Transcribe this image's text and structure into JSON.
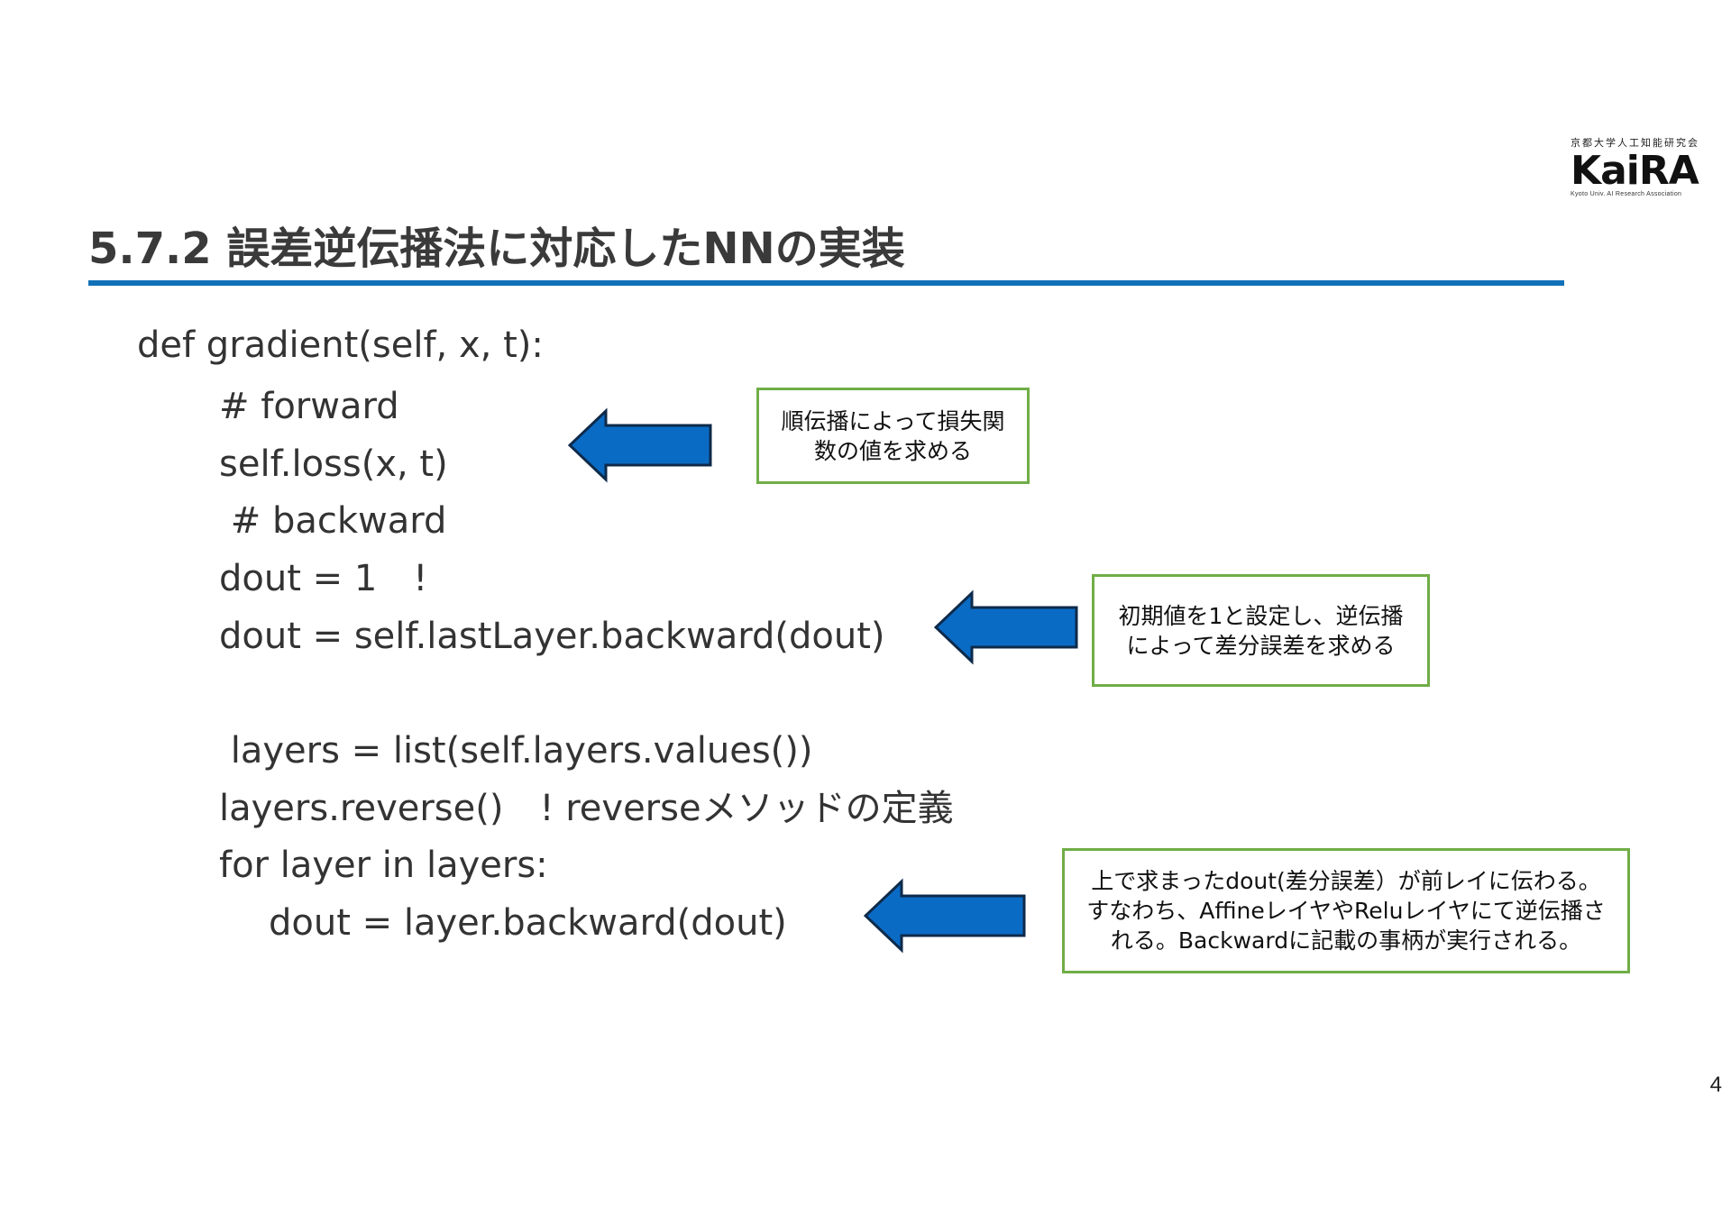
{
  "logo": {
    "top_text": "京都大学人工知能研究会",
    "main_text": "KaiRA",
    "sub_text": "Kyoto Univ. AI Research Association"
  },
  "title": "5.7.2 誤差逆伝播法に対応したNNの実装",
  "code": {
    "l1": "def gradient(self, x, t):",
    "l2": "# forward",
    "l3": "self.loss(x, t)",
    "l4": " # backward",
    "l5": "dout = 1　!",
    "l6": "dout = self.lastLayer.backward(dout)",
    "l7": " layers = list(self.layers.values())",
    "l8": "layers.reverse()　! reverseメソッドの定義",
    "l9": "for layer in layers:",
    "l10": "dout = layer.backward(dout)"
  },
  "notes": {
    "n1": "順伝播によって損失関\n数の値を求める",
    "n2": "初期値を1と設定し、逆伝播\nによって差分誤差を求める",
    "n3": "上で求まったdout(差分誤差）が前レイに伝わる。\nすなわち、AffineレイヤやReluレイヤにて逆伝播さ\nれる。Backwardに記載の事柄が実行される。"
  },
  "page_number": "4",
  "colors": {
    "accent": "#1070b8",
    "arrow_fill": "#0a6bc4",
    "arrow_stroke": "#0e2a4a",
    "note_border": "#70ad47"
  }
}
